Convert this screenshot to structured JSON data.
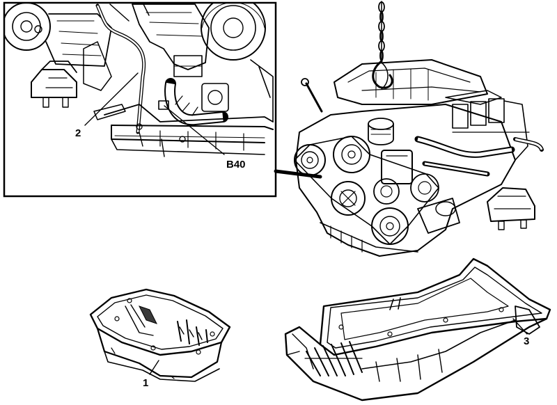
{
  "callouts": {
    "inset_hose": "2",
    "inset_sensor": "B40",
    "oil_pan_small": "1",
    "oil_pan_large": "3"
  },
  "colors": {
    "ink": "#000000",
    "paper": "#ffffff",
    "shade": "#3a3a3a"
  }
}
